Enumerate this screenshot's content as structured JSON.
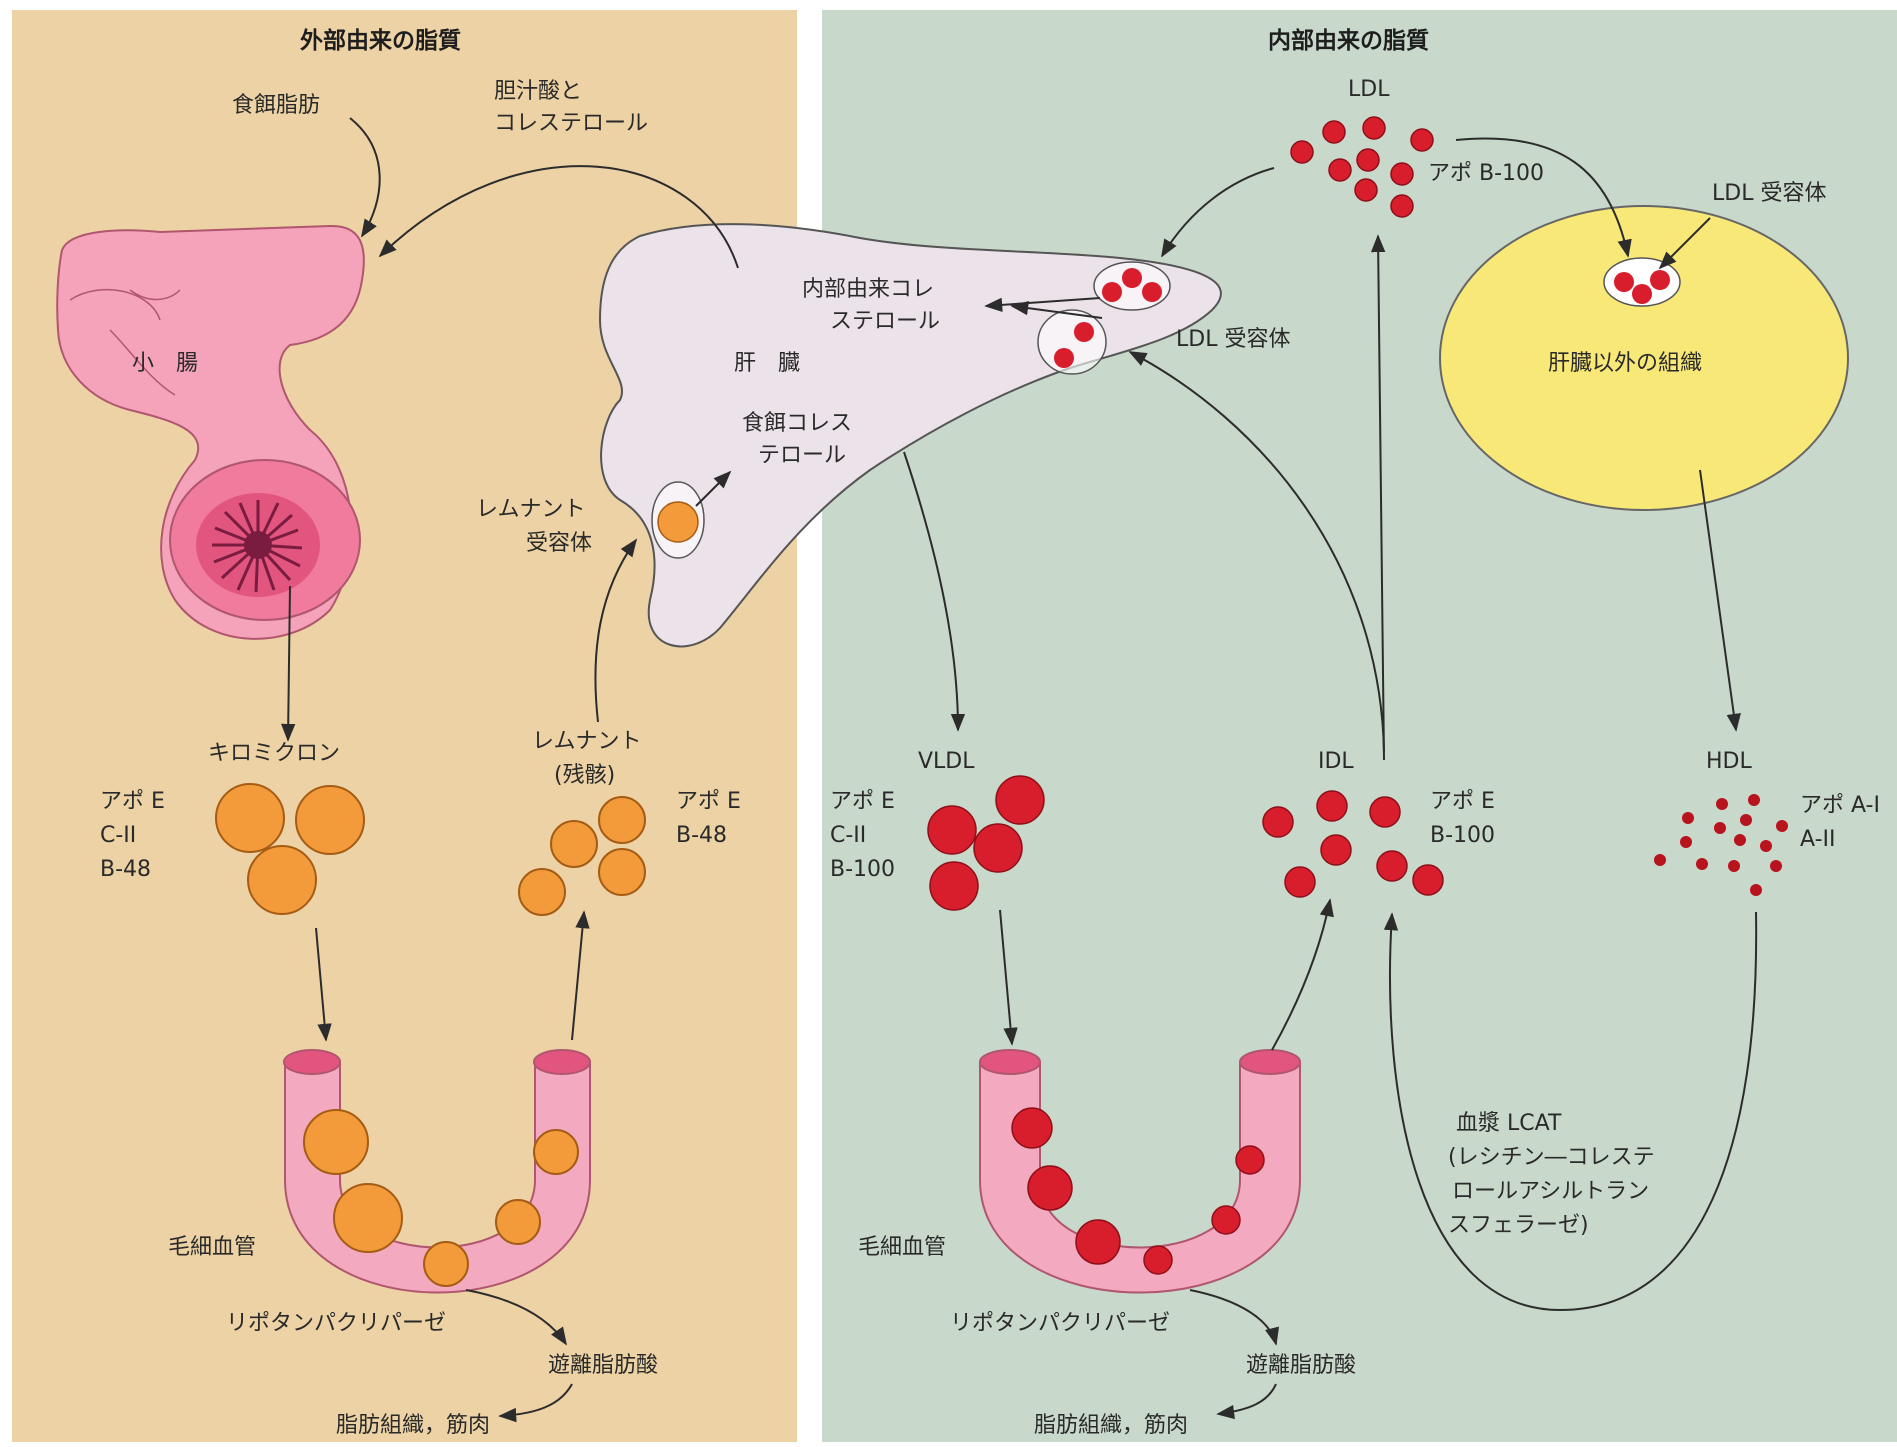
{
  "colors": {
    "left_panel": "#ecd2a4",
    "right_panel": "#c8d8cb",
    "intestine": "#f4a3bb",
    "liver": "#ece2ea",
    "orange_particle": "#f39a3a",
    "red_particle": "#d81e2c",
    "yellow_tissue": "#f8e878",
    "vessel": "#f3aac0"
  },
  "left": {
    "title": "外部由来の脂質",
    "dietary_fat": "食餌脂肪",
    "bile_line1": "胆汁酸と",
    "bile_line2": "コレステロール",
    "small_intestine": "小　腸",
    "chylomicron": "キロミクロン",
    "chylo_apo": [
      "アポ E",
      "C-II",
      "B-48"
    ],
    "remnant_line1": "レムナント",
    "remnant_line2": "(残骸)",
    "remnant_apo": [
      "アポ E",
      "B-48"
    ],
    "remnant_receptor_line1": "レムナント",
    "remnant_receptor_line2": "受容体",
    "capillary": "毛細血管",
    "lipase": "リポタンパクリパーゼ",
    "free_fatty_acid": "遊離脂肪酸",
    "adipose_muscle": "脂肪組織，筋肉"
  },
  "liver": {
    "name": "肝　臓",
    "endogenous_chol_line1": "内部由来コレ",
    "endogenous_chol_line2": "ステロール",
    "dietary_chol_line1": "食餌コレス",
    "dietary_chol_line2": "テロール",
    "ldl_receptor": "LDL 受容体"
  },
  "right": {
    "title": "内部由来の脂質",
    "ldl": "LDL",
    "ldl_apo": "アポ B-100",
    "ldl_receptor": "LDL 受容体",
    "extrahepatic": "肝臓以外の組織",
    "vldl": "VLDL",
    "vldl_apo": [
      "アポ E",
      "C-II",
      "B-100"
    ],
    "idl": "IDL",
    "idl_apo": [
      "アポ E",
      "B-100"
    ],
    "hdl": "HDL",
    "hdl_apo": [
      "アポ A-I",
      "A-II"
    ],
    "lcat": [
      "血漿 LCAT",
      "(レシチン―コレステ",
      "ロールアシルトラン",
      "スフェラーゼ)"
    ],
    "capillary": "毛細血管",
    "lipase": "リポタンパクリパーゼ",
    "free_fatty_acid": "遊離脂肪酸",
    "adipose_muscle": "脂肪組織，筋肉"
  }
}
